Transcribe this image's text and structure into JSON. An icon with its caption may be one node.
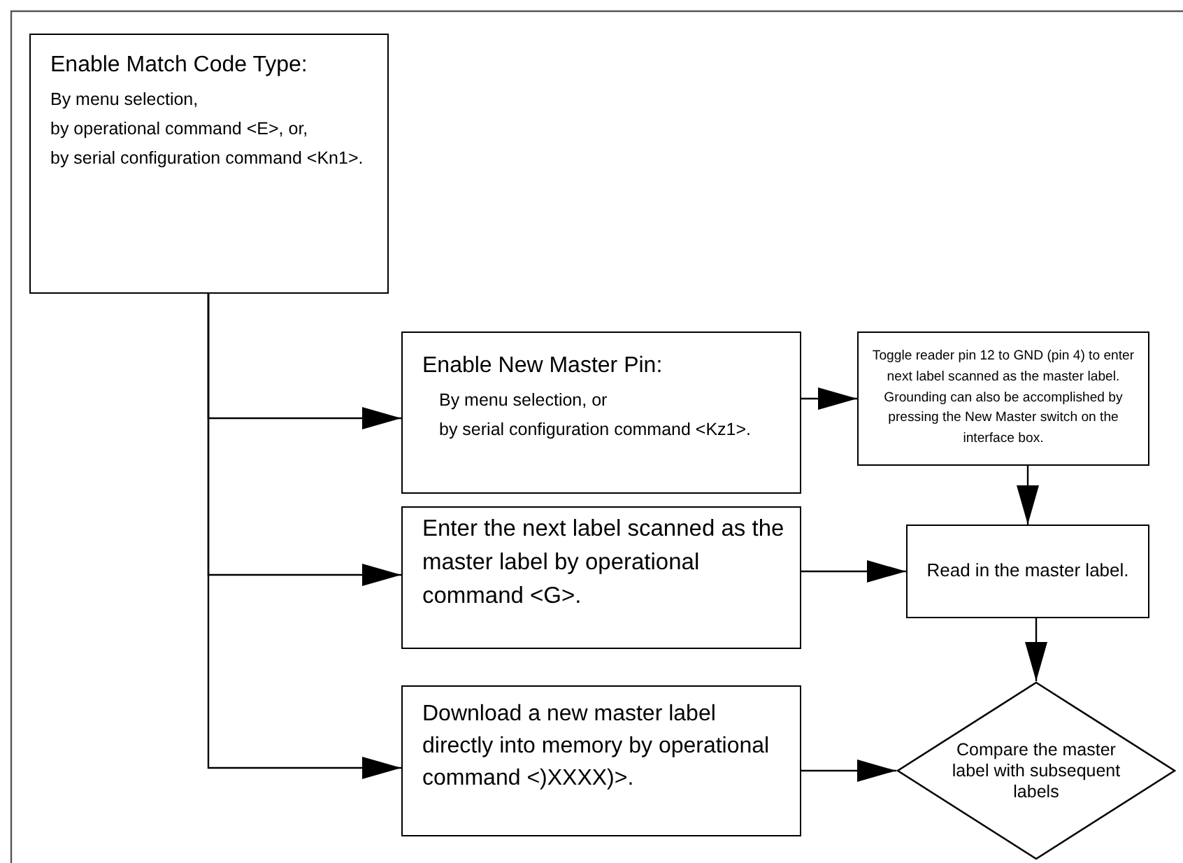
{
  "diagram": {
    "nodes": [
      {
        "text": [
          "Enable Match Code Type:",
          "By menu selection,",
          "by operational command <E>, or,",
          "by serial configuration command <Kn1>."
        ]
      },
      {
        "text": [
          "Enable New Master Pin:",
          "By menu selection, or",
          "by serial configuration command <Kz1>."
        ]
      },
      {
        "text": [
          "Toggle reader pin 12 to GND (pin 4) to enter next label scanned as the master label.  Grounding can also be accomplished by pressing the New Master switch on the interface box."
        ]
      },
      {
        "text": [
          "Enter the next label scanned as the master label by operational command <G>."
        ]
      },
      {
        "text": [
          "Read in the master label."
        ]
      },
      {
        "text": [
          "Download a new master label directly into memory by operational command <)XXXX)>."
        ]
      },
      {
        "text": [
          "Compare the master label with subsequent labels"
        ]
      }
    ],
    "edges": [
      {
        "from": 0,
        "to": 1,
        "arrow": "to"
      },
      {
        "from": 0,
        "to": 3,
        "arrow": "to"
      },
      {
        "from": 0,
        "to": 5,
        "arrow": "to"
      },
      {
        "from": 1,
        "to": 2,
        "arrow": "to"
      },
      {
        "from": 2,
        "to": 4,
        "arrow": "to"
      },
      {
        "from": 3,
        "to": 4,
        "arrow": "to"
      },
      {
        "from": 4,
        "to": 6,
        "arrow": "to"
      },
      {
        "from": 5,
        "to": 6,
        "arrow": "to"
      }
    ]
  }
}
